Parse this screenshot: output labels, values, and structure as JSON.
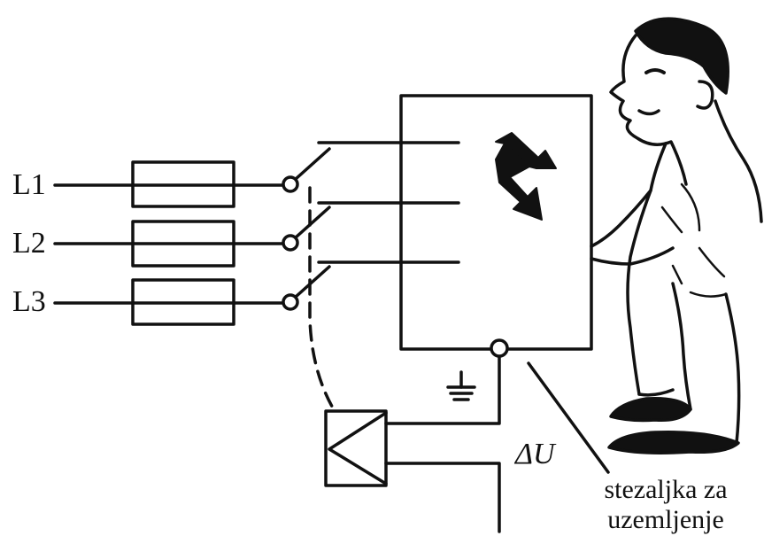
{
  "phases": [
    "L1",
    "L2",
    "L3"
  ],
  "voltage_label": "ΔU",
  "terminal_label_line1": "stezaljka za",
  "terminal_label_line2": "uzemljenje",
  "colors": {
    "ink": "#111111",
    "background": "#ffffff"
  }
}
